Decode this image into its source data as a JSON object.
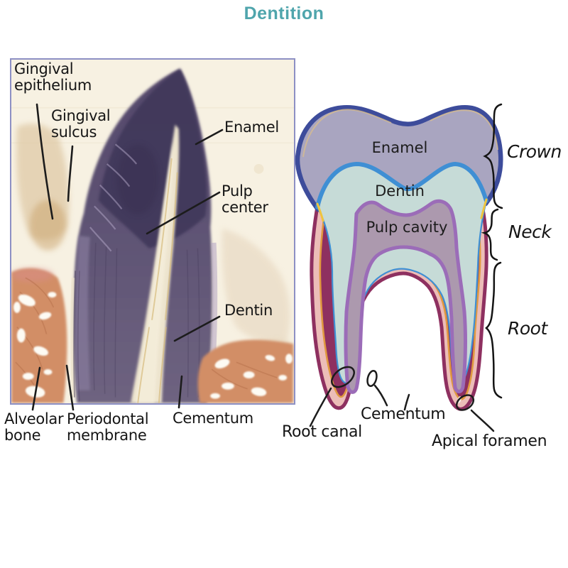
{
  "title": "Dentition",
  "accent_color": "#4FA5AC",
  "histology_panel": {
    "labels": {
      "gingival_epithelium": {
        "line1": "Gingival",
        "line2": "epithelium"
      },
      "gingival_sulcus": {
        "line1": "Gingival",
        "line2": "sulcus"
      },
      "enamel": "Enamel",
      "pulp_center": {
        "line1": "Pulp",
        "line2": "center"
      },
      "dentin": "Dentin",
      "alveolar_bone": {
        "line1": "Alveolar",
        "line2": "bone"
      },
      "periodontal_membrane": {
        "line1": "Periodontal",
        "line2": "membrane"
      },
      "cementum": "Cementum"
    }
  },
  "tooth_diagram": {
    "layer_labels": {
      "enamel": "Enamel",
      "dentin": "Dentin",
      "pulp_cavity": "Pulp cavity"
    },
    "region_labels": {
      "crown": "Crown",
      "neck": "Neck",
      "root": "Root"
    },
    "feature_labels": {
      "root_canal": "Root canal",
      "cementum": "Cementum",
      "apical_foramen": "Apical foramen"
    },
    "colors": {
      "enamel_outline": "#3D4C9B",
      "enamel_fill": "#A9A5C0",
      "dentin_outline": "#3F8FD4",
      "dentin_fill": "#C6DBD7",
      "pulp_outline": "#9B6CB8",
      "pulp_fill": "#AC99AE",
      "cementum_outline": "#8E3060",
      "cementum_fill": "#ECBDB8",
      "accent_orange": "#E0993F",
      "accent_gold": "#F0C43C"
    }
  }
}
